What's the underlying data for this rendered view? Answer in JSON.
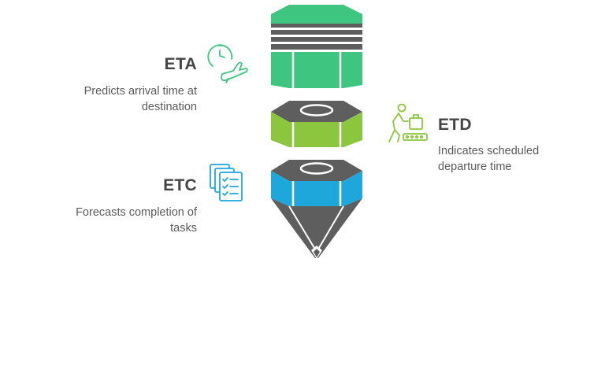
{
  "items": [
    {
      "title": "ETA",
      "description_lines": [
        "Predicts arrival time at",
        "destination"
      ],
      "color": "#3ec57f",
      "icon": "clock-airplane-icon"
    },
    {
      "title": "ETD",
      "description_lines": [
        "Indicates scheduled",
        "departure time"
      ],
      "color": "#8cc63e",
      "icon": "traveler-luggage-icon"
    },
    {
      "title": "ETC",
      "description_lines": [
        "Forecasts completion of",
        "tasks"
      ],
      "color": "#1ea7db",
      "icon": "checklist-documents-icon"
    }
  ],
  "colors": {
    "green": "#3ec57f",
    "lime": "#8cc63e",
    "blue": "#1ea7db",
    "dark": "#5e5e5e",
    "text": "#5a5a5a",
    "title": "#454545"
  }
}
